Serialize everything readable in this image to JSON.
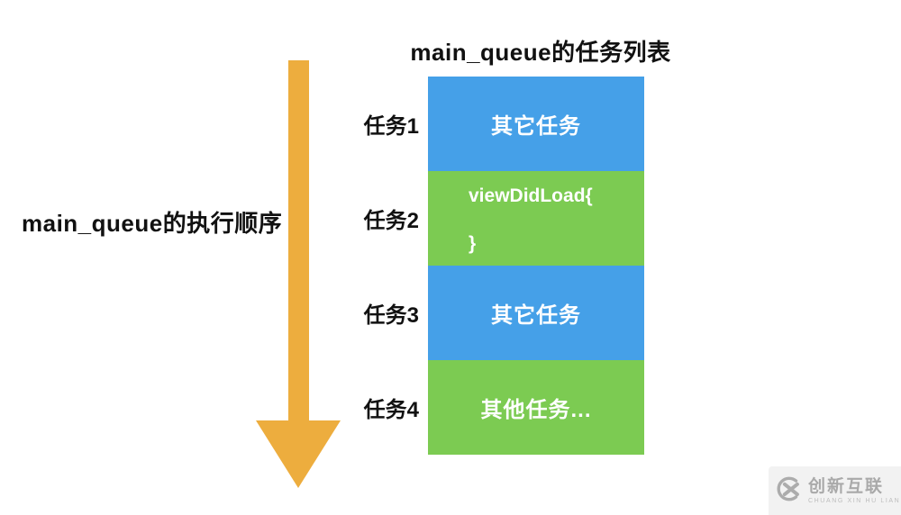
{
  "title": "main_queue的任务列表",
  "left_label": "main_queue的执行顺序",
  "tasks": [
    {
      "label": "任务1",
      "content": "其它任务",
      "color": "blue"
    },
    {
      "label": "任务2",
      "lines": [
        "viewDidLoad{",
        "}"
      ],
      "color": "green"
    },
    {
      "label": "任务3",
      "content": "其它任务",
      "color": "blue"
    },
    {
      "label": "任务4",
      "content": "其他任务...",
      "color": "green"
    }
  ],
  "colors": {
    "block_blue": "#45A0E8",
    "block_green": "#7CCB52",
    "arrow_amber": "#EDAD3E",
    "text_black": "#111111",
    "block_text_white": "#FFFFFF",
    "watermark_bg": "#F2F2F2",
    "watermark_gray": "#A9A9A9"
  },
  "watermark": {
    "name": "创新互联",
    "subtitle": "CHUANG XIN HU LIAN"
  }
}
